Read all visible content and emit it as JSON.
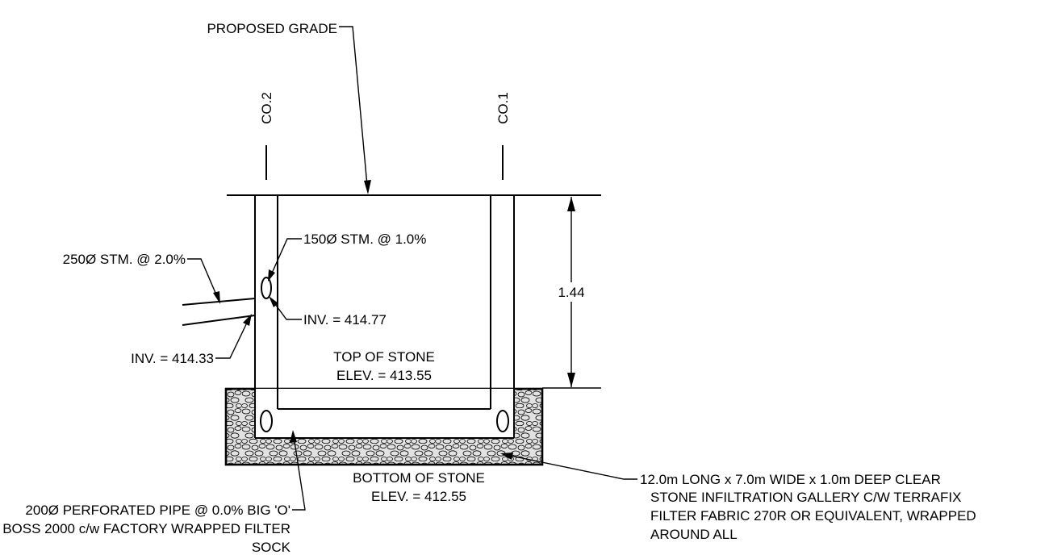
{
  "labels": {
    "proposed_grade": "PROPOSED GRADE",
    "co2": "CO.2",
    "co1": "CO.1",
    "inlet_250": "250Ø STM. @ 2.0%",
    "inlet_150": "150Ø STM. @ 1.0%",
    "inv_150": "INV. = 414.77",
    "inv_250": "INV. = 414.33",
    "top_of_stone": "TOP OF STONE",
    "top_of_stone_elev": "ELEV. = 413.55",
    "dimension_depth": "1.44",
    "bottom_of_stone": "BOTTOM OF STONE",
    "bottom_of_stone_elev": "ELEV. = 412.55",
    "perforated_pipe_line1": "200Ø PERFORATED PIPE @ 0.0% BIG 'O'",
    "perforated_pipe_line2": "BOSS 2000 c/w FACTORY WRAPPED FILTER",
    "perforated_pipe_line3": "SOCK",
    "gallery_line1": "12.0m LONG x 7.0m WIDE x 1.0m DEEP CLEAR",
    "gallery_line2": "STONE INFILTRATION GALLERY C/W TERRAFIX",
    "gallery_line3": "FILTER FABRIC 270R OR EQUIVALENT, WRAPPED",
    "gallery_line4": "AROUND ALL"
  }
}
